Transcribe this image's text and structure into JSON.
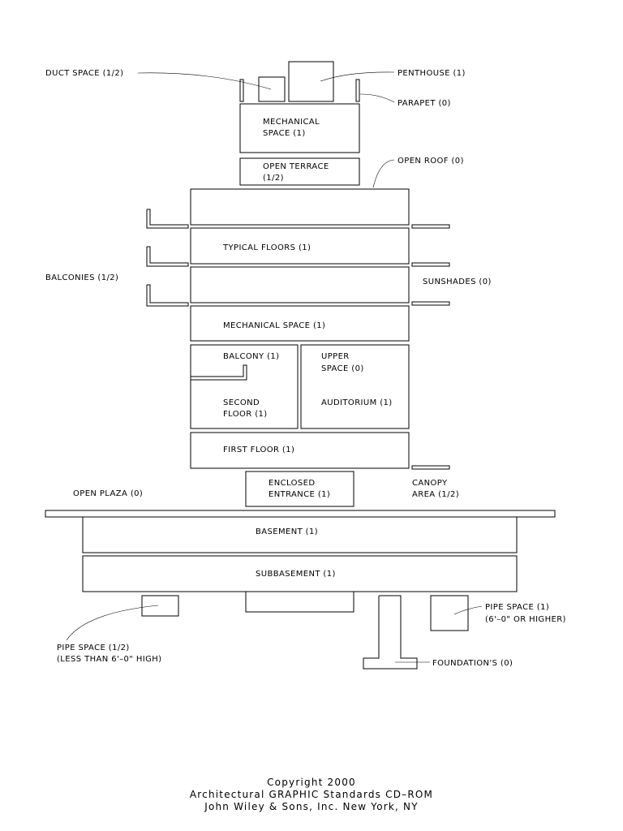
{
  "labels": {
    "duct_space": "DUCT SPACE (1/2)",
    "penthouse": "PENTHOUSE (1)",
    "parapet": "PARAPET (0)",
    "mechanical_space_top_1": "MECHANICAL",
    "mechanical_space_top_2": "SPACE (1)",
    "open_terrace_1": "OPEN TERRACE",
    "open_terrace_2": "(1/2)",
    "open_roof": "OPEN ROOF (0)",
    "typical_floors": "TYPICAL FLOORS (1)",
    "balconies": "BALCONIES (1/2)",
    "sunshades": "SUNSHADES (0)",
    "mechanical_space_mid": "MECHANICAL SPACE (1)",
    "balcony": "BALCONY (1)",
    "upper_space_1": "UPPER",
    "upper_space_2": "SPACE (0)",
    "second_floor_1": "SECOND",
    "second_floor_2": "FLOOR (1)",
    "auditorium": "AUDITORIUM (1)",
    "first_floor": "FIRST FLOOR (1)",
    "enclosed_entrance_1": "ENCLOSED",
    "enclosed_entrance_2": "ENTRANCE (1)",
    "canopy_area_1": "CANOPY",
    "canopy_area_2": "AREA (1/2)",
    "open_plaza": "OPEN PLAZA (0)",
    "basement": "BASEMENT (1)",
    "subbasement": "SUBBASEMENT (1)",
    "pipe_space_half_1": "PIPE SPACE (1/2)",
    "pipe_space_half_2": "(LESS THAN 6'–0\" HIGH)",
    "pipe_space_full_1": "PIPE SPACE (1)",
    "pipe_space_full_2": "(6'–0\" OR HIGHER)",
    "foundations": "FOUNDATION'S (0)"
  },
  "footer": {
    "line1": "Copyright 2000",
    "line2": "Architectural GRAPHIC Standards CD–ROM",
    "line3": "John Wiley & Sons, Inc. New York, NY"
  }
}
